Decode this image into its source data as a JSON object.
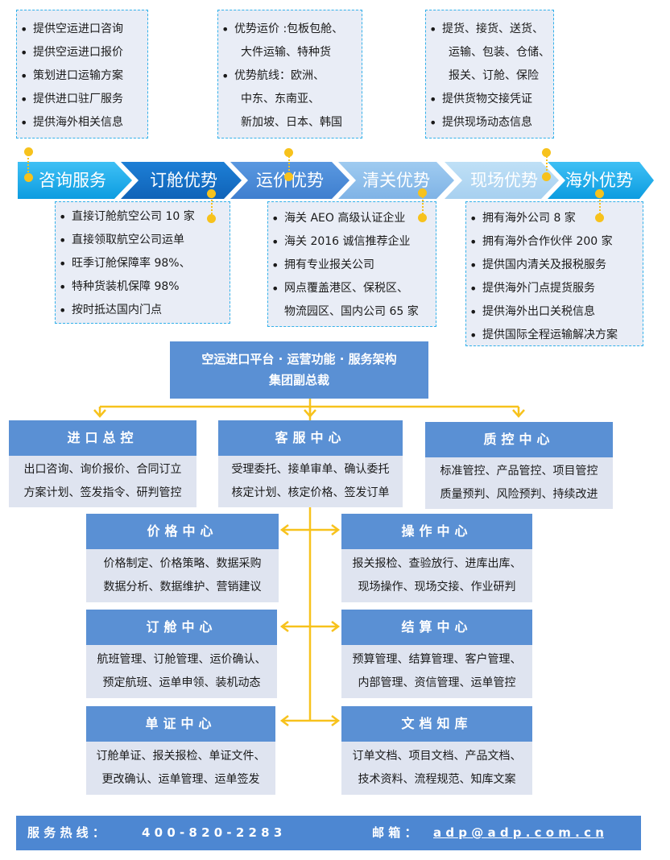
{
  "colors": {
    "chevron_main": "#16a9ea",
    "chevron_dark": "#1a73c9",
    "chevron_light": "#97c3ea",
    "accent": "#f7c21c",
    "header_blue": "#5a90d4"
  },
  "top_boxes": [
    {
      "items": [
        "提供空运进口咨询",
        "提供空运进口报价",
        "策划进口运输方案",
        "提供进口驻厂服务",
        "提供海外相关信息"
      ]
    },
    {
      "items": [
        "优势运价 :包板包舱、",
        "大件运输、特种货",
        "优势航线：欧洲、",
        "中东、东南亚、",
        "新加坡、日本、韩国"
      ]
    },
    {
      "items": [
        "提货、接货、送货、",
        "运输、包装、仓储、",
        "报关、订舱、保险",
        "提供货物交接凭证",
        "提供现场动态信息"
      ]
    }
  ],
  "chevrons": [
    "咨询服务",
    "订舱优势",
    "运价优势",
    "清关优势",
    "现场优势",
    "海外优势"
  ],
  "bottom_boxes": [
    {
      "items": [
        "直接订舱航空公司 10 家",
        "直接领取航空公司运单",
        "旺季订舱保障率 98%、",
        "特种货装机保障 98%",
        "按时抵达国内门点"
      ]
    },
    {
      "items": [
        "海关 AEO 高级认证企业",
        "海关 2016 诚信推荐企业",
        "拥有专业报关公司",
        "网点覆盖港区、保税区、",
        "物流园区、国内公司 65 家"
      ]
    },
    {
      "items": [
        "拥有海外公司 8 家",
        "拥有海外合作伙伴 200 家",
        "提供国内清关及报税服务",
        "提供海外门点提货服务",
        "提供海外出口关税信息",
        "提供国际全程运输解决方案"
      ]
    }
  ],
  "hq": {
    "line1": "空运进口平台 · 运营功能 · 服务架构",
    "line2": "集团副总裁"
  },
  "centers": [
    {
      "title": "进口总控",
      "lines": [
        "出口咨询、询价报价、合同订立",
        "方案计划、签发指令、研判管控"
      ]
    },
    {
      "title": "客服中心",
      "lines": [
        "受理委托、接单审单、确认委托",
        "核定计划、核定价格、签发订单"
      ]
    },
    {
      "title": "质控中心",
      "lines": [
        "标准管控、产品管控、项目管控",
        "质量预判、风险预判、持续改进"
      ]
    },
    {
      "title": "价格中心",
      "lines": [
        "价格制定、价格策略、数据采购",
        "数据分析、数据维护、营销建议"
      ]
    },
    {
      "title": "操作中心",
      "lines": [
        "报关报检、查验放行、进库出库、",
        "现场操作、现场交接、作业研判"
      ]
    },
    {
      "title": "订舱中心",
      "lines": [
        "航班管理、订舱管理、运价确认、",
        "预定航班、运单申领、装机动态"
      ]
    },
    {
      "title": "结算中心",
      "lines": [
        "预算管理、结算管理、客户管理、",
        "内部管理、资信管理、运单管控"
      ]
    },
    {
      "title": "单证中心",
      "lines": [
        "订舱单证、报关报检、单证文件、",
        "更改确认、运单管理、运单签发"
      ]
    },
    {
      "title": "文档知库",
      "lines": [
        "订单文档、项目文档、产品文档、",
        "技术资料、流程规范、知库文案"
      ]
    }
  ],
  "footer": {
    "hotline_label": "服 务 热 线 ：",
    "hotline": "4 0 0 - 8 2 0 - 2 2 8 3",
    "mail_label": "邮 箱 ：",
    "mail": "a d p @ a d p . c o m . c n"
  }
}
